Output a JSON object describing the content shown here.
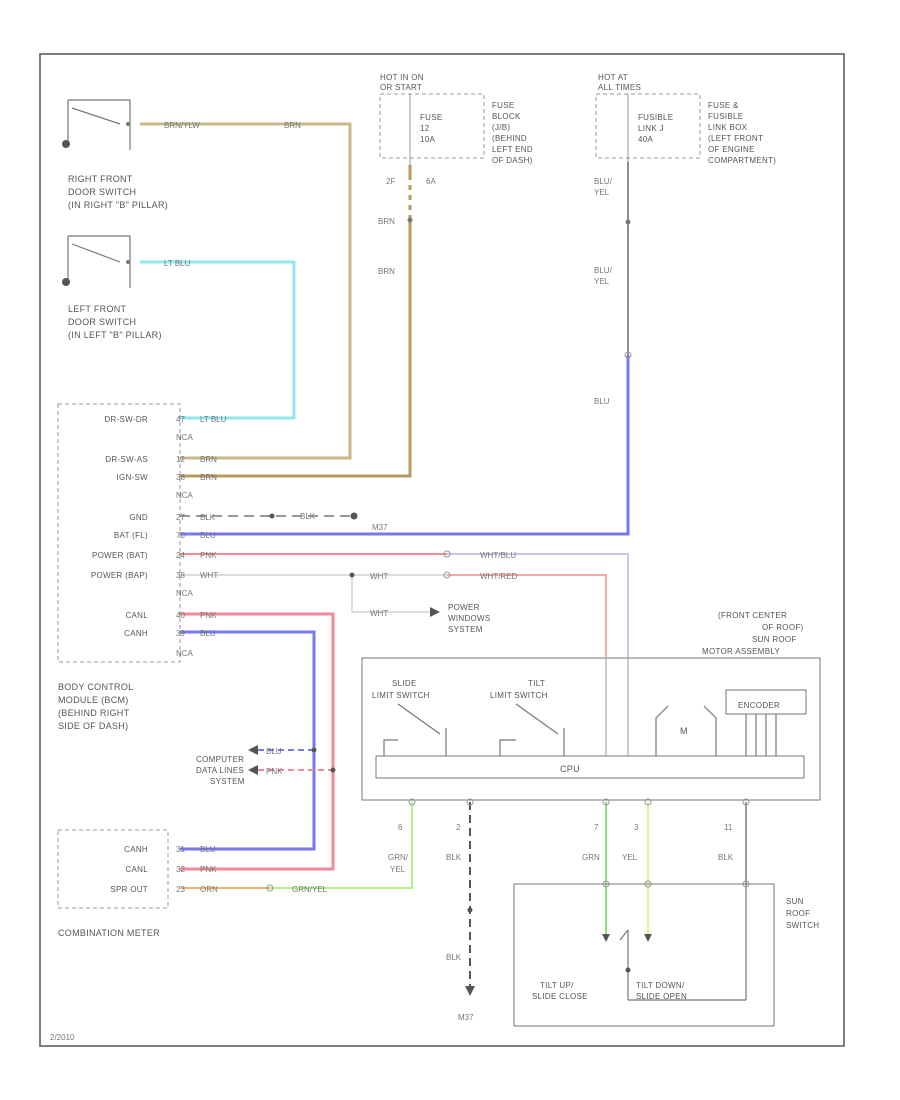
{
  "colors": {
    "brn_ylw": "#c9b98a",
    "brn": "#b59a5c",
    "lt_blu": "#8fe8ee",
    "blu": "#7777ee",
    "pnk": "#f2889a",
    "wht": "#dcdcdc",
    "grn_ylw": "#b7f08a",
    "grn": "#8ee07a",
    "ylw": "#f0f08a",
    "orn": "#f5b57a",
    "blk": "#777777",
    "blu_ylw": "#8f8f8f"
  },
  "labels": {
    "hot_ign": [
      "HOT IN ON",
      "OR START"
    ],
    "hot_batt": [
      "HOT AT",
      "ALL TIMES"
    ],
    "fuse_block": [
      "FUSE",
      "BLOCK",
      "(J/B)",
      "(BEHIND",
      "LEFT END",
      "OF DASH)"
    ],
    "fuse_box": [
      "FUSE &",
      "FUSIBLE",
      "LINK BOX",
      "(LEFT FRONT",
      "OF ENGINE",
      "COMPARTMENT)"
    ],
    "fuse1": [
      "FUSE",
      "12",
      "10A"
    ],
    "fuse2": [
      "FUSIBLE",
      "LINK J",
      "40A"
    ],
    "rf_switch": [
      "RIGHT FRONT",
      "DOOR SWITCH",
      "(IN RIGHT \"B\" PILLAR)"
    ],
    "lf_switch": [
      "LEFT FRONT",
      "DOOR SWITCH",
      "(IN LEFT \"B\" PILLAR)"
    ],
    "bcm": [
      "BODY CONTROL",
      "MODULE (BCM)",
      "(BEHIND RIGHT",
      "SIDE OF DASH)"
    ],
    "bcm_pins": [
      {
        "name": "DR-SW-DR",
        "pin": "47",
        "wire": "LT BLU"
      },
      {
        "name": "",
        "pin": "NCA",
        "wire": ""
      },
      {
        "name": "DR-SW-AS",
        "pin": "12",
        "wire": "BRN"
      },
      {
        "name": "IGN-SW",
        "pin": "38",
        "wire": "BRN"
      },
      {
        "name": "",
        "pin": "NCA",
        "wire": ""
      },
      {
        "name": "GND",
        "pin": "27",
        "wire": "BLK"
      },
      {
        "name": "BAT (FL)",
        "pin": "70",
        "wire": "BLU"
      },
      {
        "name": "POWER (BAT)",
        "pin": "24",
        "wire": "PNK"
      },
      {
        "name": "POWER (BAP)",
        "pin": "38",
        "wire": "WHT"
      },
      {
        "name": "",
        "pin": "NCA",
        "wire": ""
      },
      {
        "name": "CANL",
        "pin": "40",
        "wire": "PNK"
      },
      {
        "name": "CANH",
        "pin": "39",
        "wire": "BLU"
      },
      {
        "name": "",
        "pin": "NCA",
        "wire": ""
      }
    ],
    "meter": "COMBINATION METER",
    "meter_pins": [
      {
        "name": "CANH",
        "pin": "31",
        "wire": "BLU"
      },
      {
        "name": "CANL",
        "pin": "32",
        "wire": "PNK"
      },
      {
        "name": "SPR OUT",
        "pin": "23",
        "wire": "ORN"
      }
    ],
    "computer": [
      "COMPUTER",
      "DATA LINES",
      "SYSTEM"
    ],
    "power_window": [
      "POWER",
      "WINDOWS",
      "SYSTEM"
    ],
    "sunroof_assy": [
      "(FRONT CENTER",
      "OF ROOF)",
      "SUN ROOF",
      "MOTOR ASSEMBLY"
    ],
    "slide_sw": [
      "SLIDE",
      "LIMIT SWITCH"
    ],
    "tilt_sw": [
      "TILT",
      "LIMIT SWITCH"
    ],
    "motor": "M",
    "encoder": "ENCODER",
    "cpu": "CPU",
    "sunroof_switch": [
      "SUN",
      "ROOF",
      "SWITCH"
    ],
    "tilt_up": [
      "TILT UP/",
      "SLIDE CLOSE"
    ],
    "tilt_down": [
      "TILT DOWN/",
      "SLIDE OPEN"
    ],
    "ground": "M37",
    "code": "2/2010",
    "w_brnylw": "BRN/YLW",
    "w_brn": "BRN",
    "w_ltblu": "LT BLU",
    "w_blk": "BLK",
    "w_blu": "BLU",
    "w_bluylw": "BLU/\nYEL",
    "w_whtblu": "WHT/BLU",
    "w_whtred": "WHT/RED",
    "w_wht": "WHT",
    "w_grnylw": "GRN/\nYEL",
    "w_grn": "GRN",
    "w_ylw": "YEL",
    "w_pnk": "PNK",
    "w_orn": "ORN",
    "w_grnylw2": "GRN/YEL",
    "pin_2f": "2F",
    "pin_6a": "6A",
    "pin_m37": "M37",
    "sr_pins": [
      "6",
      "2",
      "7",
      "3",
      "11"
    ]
  }
}
